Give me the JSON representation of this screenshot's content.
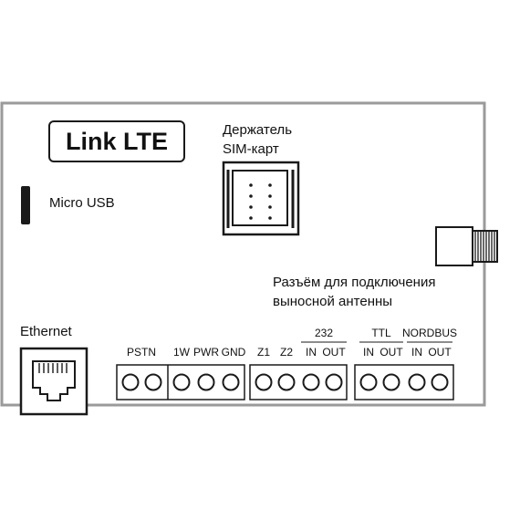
{
  "device": {
    "title": "Link LTE",
    "sim_label_line1": "Держатель",
    "sim_label_line2": "SIM-карт",
    "micro_usb_label": "Micro USB",
    "antenna_label_line1": "Разъём для подключения",
    "antenna_label_line2": "выносной антенны",
    "ethernet_label": "Ethernet"
  },
  "terminals": {
    "pstn": "PSTN",
    "one_wire": "1W",
    "pwr": "PWR",
    "gnd": "GND",
    "z1": "Z1",
    "z2": "Z2",
    "rs232": "232",
    "rs232_in": "IN",
    "rs232_out": "OUT",
    "ttl": "TTL",
    "ttl_in": "IN",
    "ttl_out": "OUT",
    "nordbus": "NORDBUS",
    "nordbus_in": "IN",
    "nordbus_out": "OUT"
  },
  "colors": {
    "outline": "#9a9a9a",
    "stroke": "#1a1a1a",
    "text": "#111111"
  }
}
